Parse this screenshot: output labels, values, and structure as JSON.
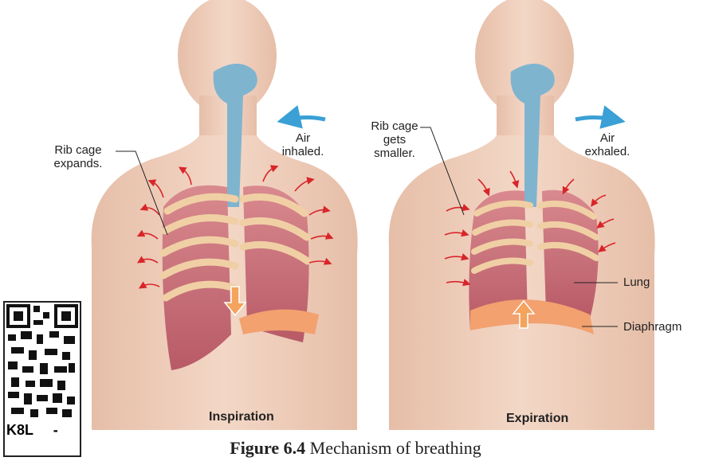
{
  "left_panel": {
    "title": "Inspiration",
    "rib_label_line1": "Rib cage",
    "rib_label_line2": "expands.",
    "air_line1": "Air",
    "air_line2": "inhaled."
  },
  "right_panel": {
    "title": "Expiration",
    "rib_label_line1": "Rib cage",
    "rib_label_line2": "gets",
    "rib_label_line3": "smaller.",
    "air_line1": "Air",
    "air_line2": "exhaled.",
    "lung_label": "Lung",
    "diaphragm_label": "Diaphragm"
  },
  "caption": {
    "prefix": "Figure 6.4",
    "text": "Mechanism of breathing"
  },
  "qr": {
    "code": "K8L",
    "dash": "-"
  },
  "colors": {
    "skin": "#ecc9b5",
    "airway": "#7fb4cf",
    "arrow_blue": "#3aa0d5",
    "lung": "#cf6f78",
    "rib": "#f0cfa5",
    "diaphragm": "#f2a16f",
    "red_arrow": "#d9252a"
  }
}
